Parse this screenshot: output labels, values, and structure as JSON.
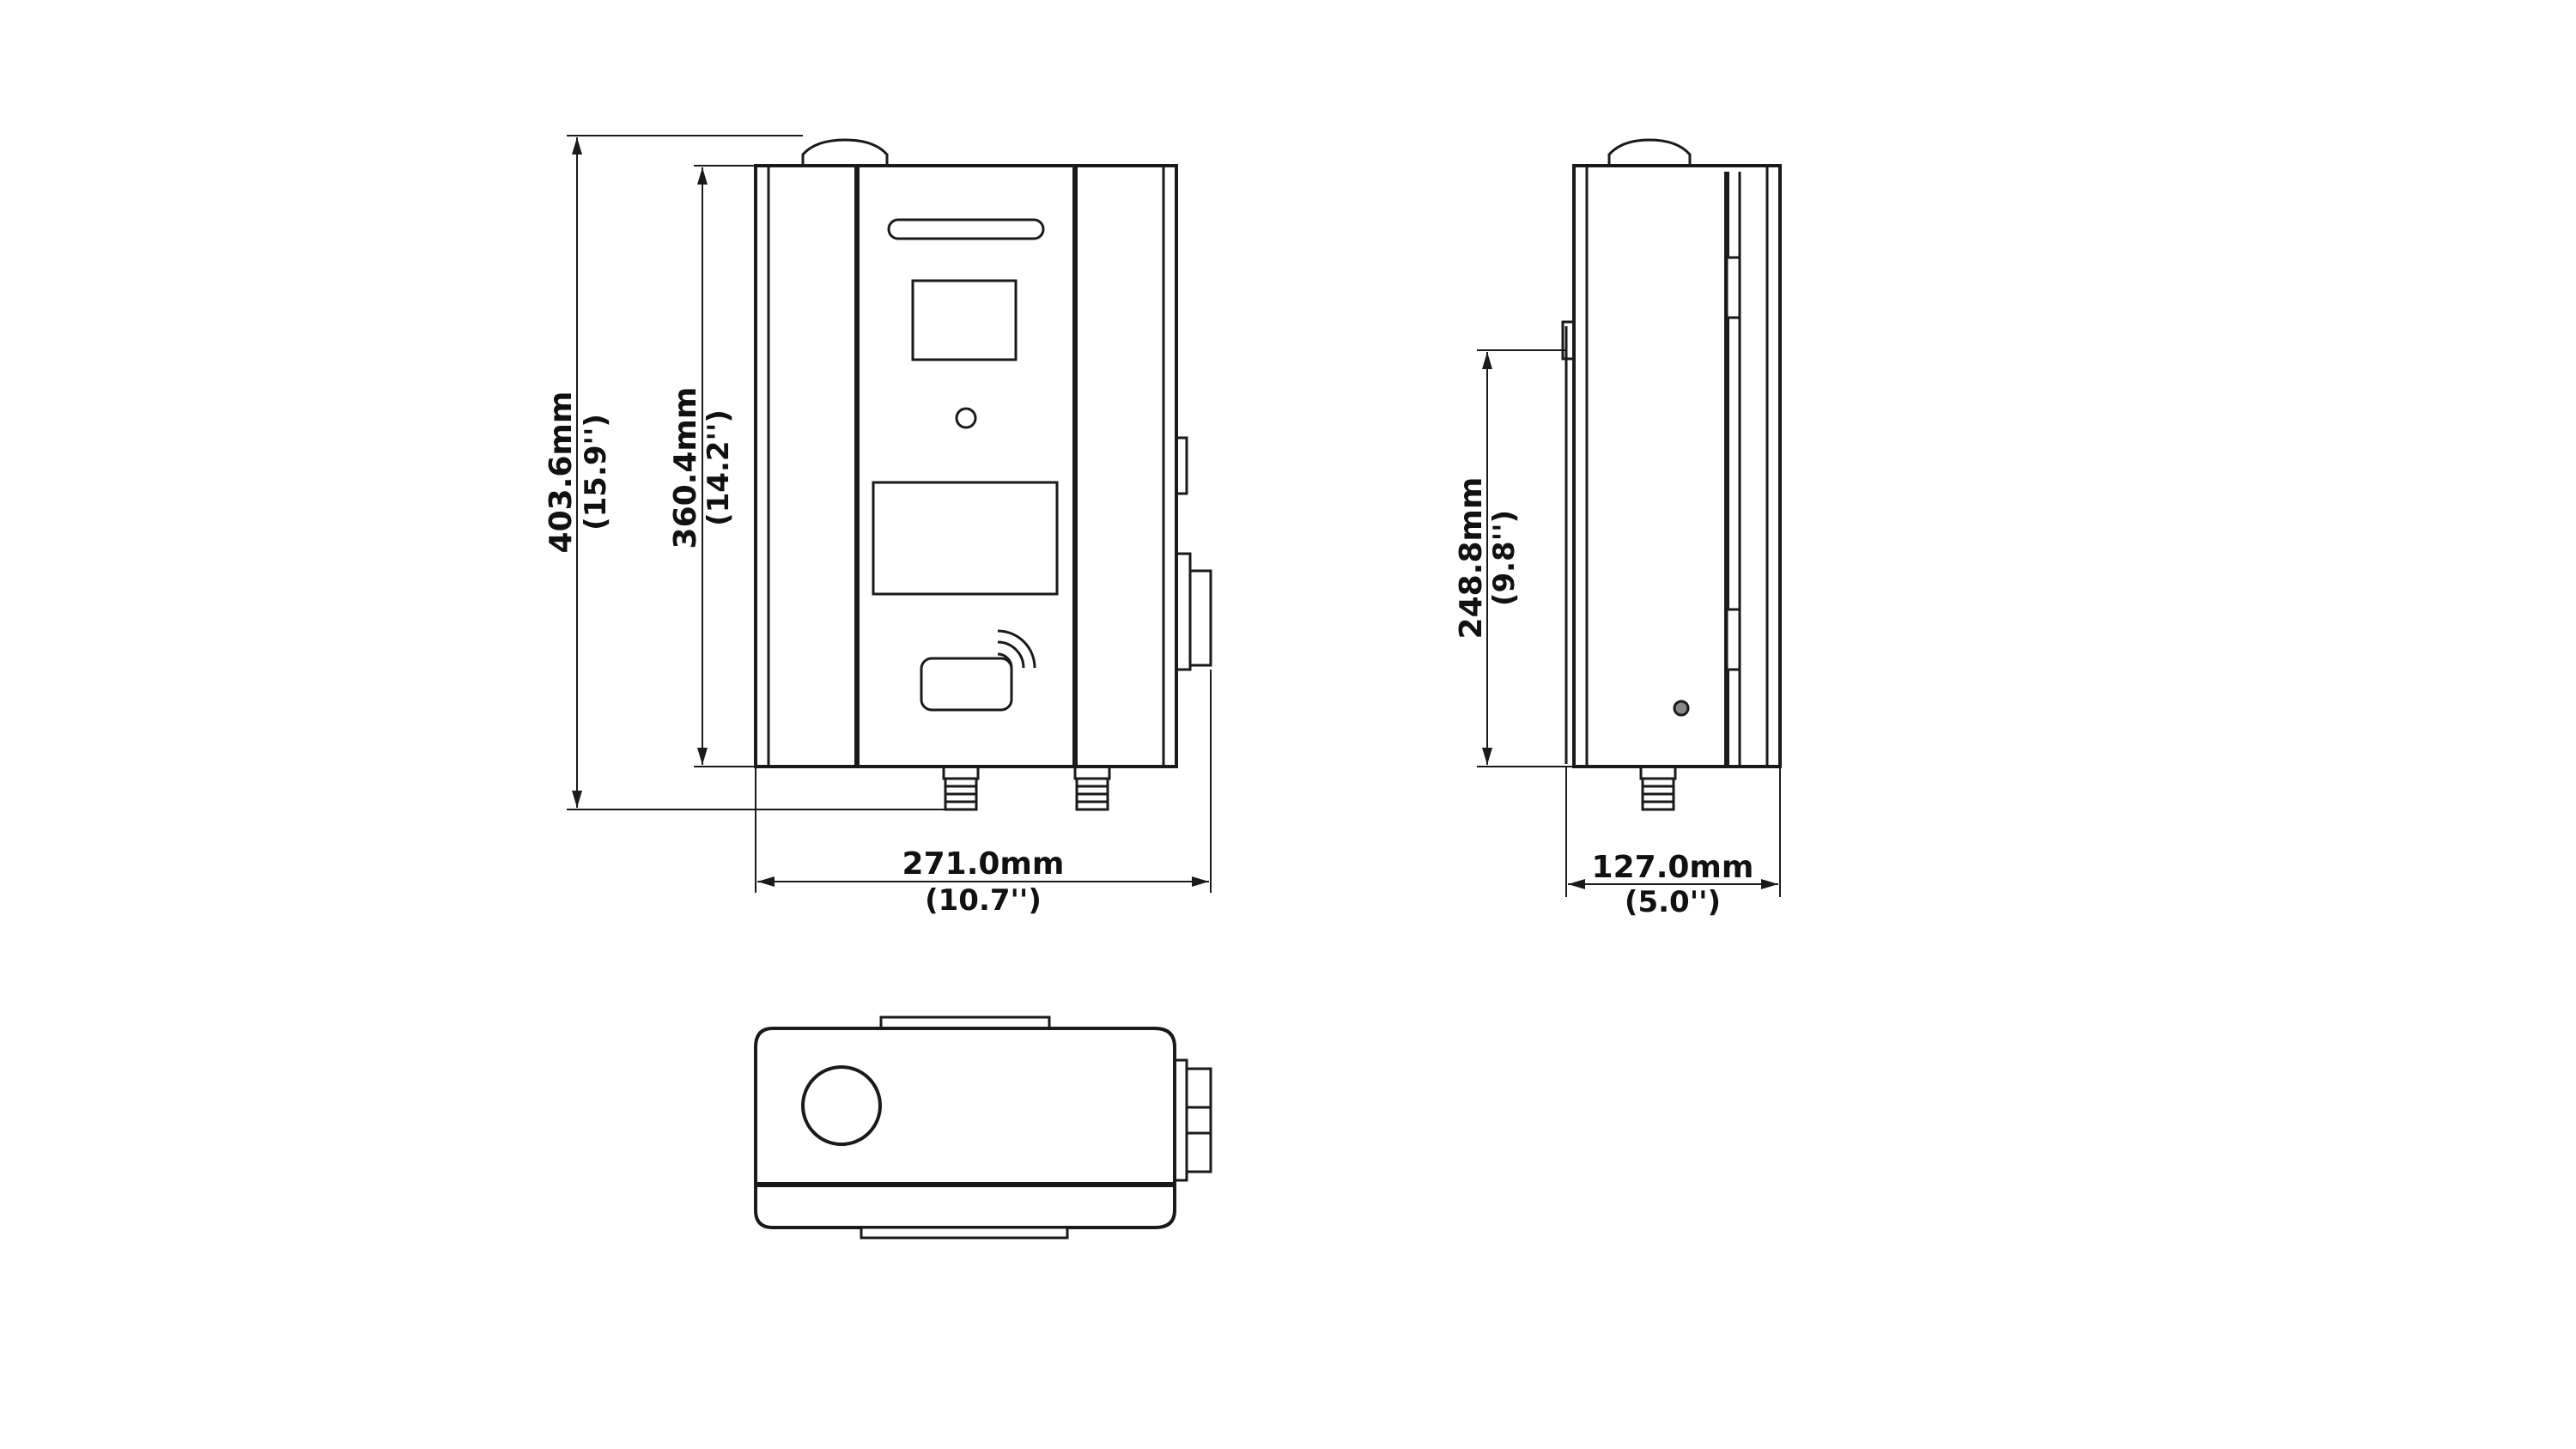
{
  "colors": {
    "line": "#1a1a1a",
    "fill": "#ffffff"
  },
  "dimensions": {
    "front_width": {
      "mm": "271.0mm",
      "inch": "(10.7'')"
    },
    "side_depth": {
      "mm": "127.0mm",
      "inch": "(5.0'')"
    },
    "overall_height": {
      "mm": "403.6mm",
      "inch": "(15.9'')"
    },
    "body_height": {
      "mm": "360.4mm",
      "inch": "(14.2'')"
    },
    "mount_height": {
      "mm": "248.8mm",
      "inch": "(9.8'')"
    }
  },
  "icons": {
    "rfid": "contactless-wave-icon"
  }
}
